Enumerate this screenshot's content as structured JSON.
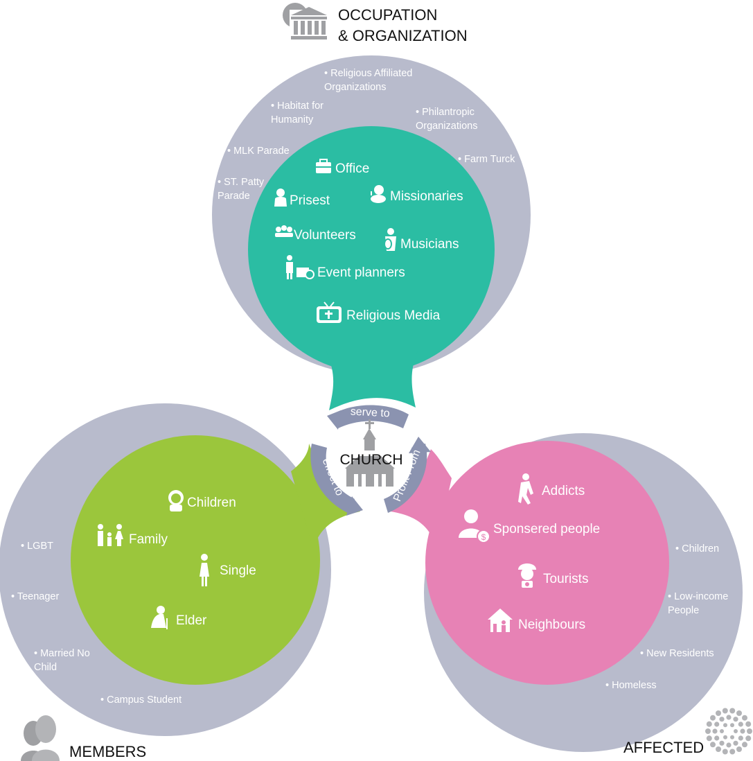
{
  "colors": {
    "outer": "#b8bbcc",
    "occupation": "#2bbda3",
    "members": "#9bc63c",
    "affected": "#e782b5",
    "arrow": "#8b93b0",
    "icon_gray": "#9fa0a3",
    "text_dark": "#111111"
  },
  "center": {
    "label": "CHURCH"
  },
  "arrows": {
    "top": "serve to",
    "left": "effect to",
    "right": "Profit From"
  },
  "occupation": {
    "title_line1": "OCCUPATION",
    "title_line2": "& ORGANIZATION",
    "header_icon": "gear-building-icon",
    "outer_items": [
      {
        "line1": "• Religious Affiliated",
        "line2": "Organizations"
      },
      {
        "line1": "• Habitat for",
        "line2": "Humanity"
      },
      {
        "line1": "• Philantropic",
        "line2": "Organizations"
      },
      {
        "line1": "• MLK Parade",
        "line2": ""
      },
      {
        "line1": "• Farm Turck",
        "line2": ""
      },
      {
        "line1": "• ST. Patty",
        "line2": "Parade"
      }
    ],
    "inner_items": [
      {
        "label": "Office",
        "icon": "briefcase-icon"
      },
      {
        "label": "Prisest",
        "icon": "priest-icon"
      },
      {
        "label": "Missionaries",
        "icon": "missionary-icon"
      },
      {
        "label": "Volunteers",
        "icon": "volunteers-icon"
      },
      {
        "label": "Musicians",
        "icon": "musician-icon"
      },
      {
        "label": "Event planners",
        "icon": "event-planner-icon"
      },
      {
        "label": "Religious Media",
        "icon": "tv-cross-icon"
      }
    ]
  },
  "members": {
    "title": "MEMBERS",
    "header_icon": "people-heads-icon",
    "outer_items": [
      {
        "line1": "• LGBT",
        "line2": ""
      },
      {
        "line1": "• Teenager",
        "line2": ""
      },
      {
        "line1": "• Married No",
        "line2": "Child"
      },
      {
        "line1": "• Campus Student",
        "line2": ""
      }
    ],
    "inner_items": [
      {
        "label": "Children",
        "icon": "child-icon"
      },
      {
        "label": "Family",
        "icon": "family-icon"
      },
      {
        "label": "Single",
        "icon": "single-person-icon"
      },
      {
        "label": "Elder",
        "icon": "elder-icon"
      }
    ]
  },
  "affected": {
    "title": "AFFECTED",
    "header_icon": "dots-circle-icon",
    "outer_items": [
      {
        "line1": "• Children",
        "line2": ""
      },
      {
        "line1": "• Low-income",
        "line2": "People"
      },
      {
        "line1": "• New Residents",
        "line2": ""
      },
      {
        "line1": "• Homeless",
        "line2": ""
      }
    ],
    "inner_items": [
      {
        "label": "Addicts",
        "icon": "addict-icon"
      },
      {
        "label": "Sponsered people",
        "icon": "sponsored-person-icon"
      },
      {
        "label": "Tourists",
        "icon": "tourist-icon"
      },
      {
        "label": "Neighbours",
        "icon": "house-neighbours-icon"
      }
    ]
  }
}
